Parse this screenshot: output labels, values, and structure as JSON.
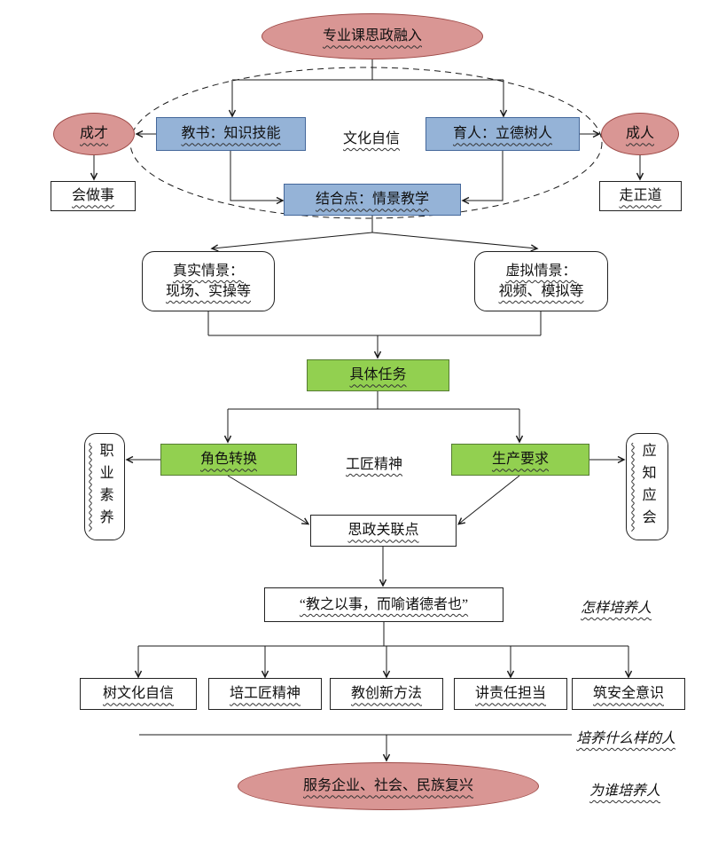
{
  "nodes": {
    "top_ellipse": "专业课思政融入",
    "chengcai": "成才",
    "chengren": "成人",
    "teach": "教书：知识技能",
    "educate": "育人：立德树人",
    "huizuoshi": "会做事",
    "zouzhengdao": "走正道",
    "combine": "结合点：情景教学",
    "real_scene_line1": "真实情景：",
    "real_scene_line2": "现场、实操等",
    "virtual_scene_line1": "虚拟情景：",
    "virtual_scene_line2": "视频、模拟等",
    "task": "具体任务",
    "role": "角色转换",
    "production": "生产要求",
    "vocational": "职业素养",
    "yingzhiyinghui": "应知应会",
    "link_point": "思政关联点",
    "quote": "“教之以事，而喻诸德者也”",
    "values": [
      "树文化自信",
      "培工匠精神",
      "教创新方法",
      "讲责任担当",
      "筑安全意识"
    ],
    "bottom_ellipse": "服务企业、社会、民族复兴"
  },
  "inline_notes": {
    "culture": "文化自信",
    "craftsman": "工匠精神"
  },
  "annotations": {
    "how": "怎样培养人",
    "what_kind": "培养什么样的人",
    "for_whom": "为谁培养人"
  },
  "colors": {
    "pink": "#d99694",
    "blue": "#95b3d7",
    "green": "#92d050",
    "line": "#1a1a1a"
  }
}
